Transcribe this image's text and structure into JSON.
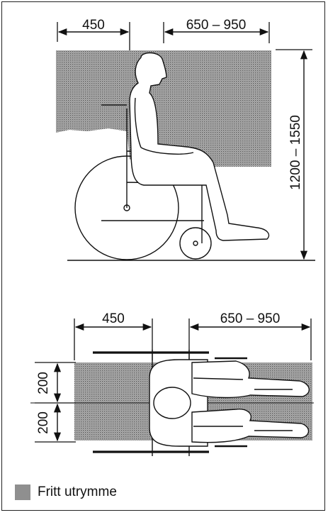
{
  "side_view": {
    "seat_depth_label": "450",
    "leg_space_label": "650 – 950",
    "height_label": "1200 – 1550"
  },
  "top_view": {
    "seat_depth_label": "450",
    "leg_space_label": "650 – 950",
    "half_width_upper_label": "200",
    "half_width_lower_label": "200"
  },
  "legend": {
    "label": "Fritt utrymme",
    "swatch_color": "#8f8f8f"
  },
  "colors": {
    "free_space_fill": "#a9a9a9",
    "line": "#111111"
  }
}
